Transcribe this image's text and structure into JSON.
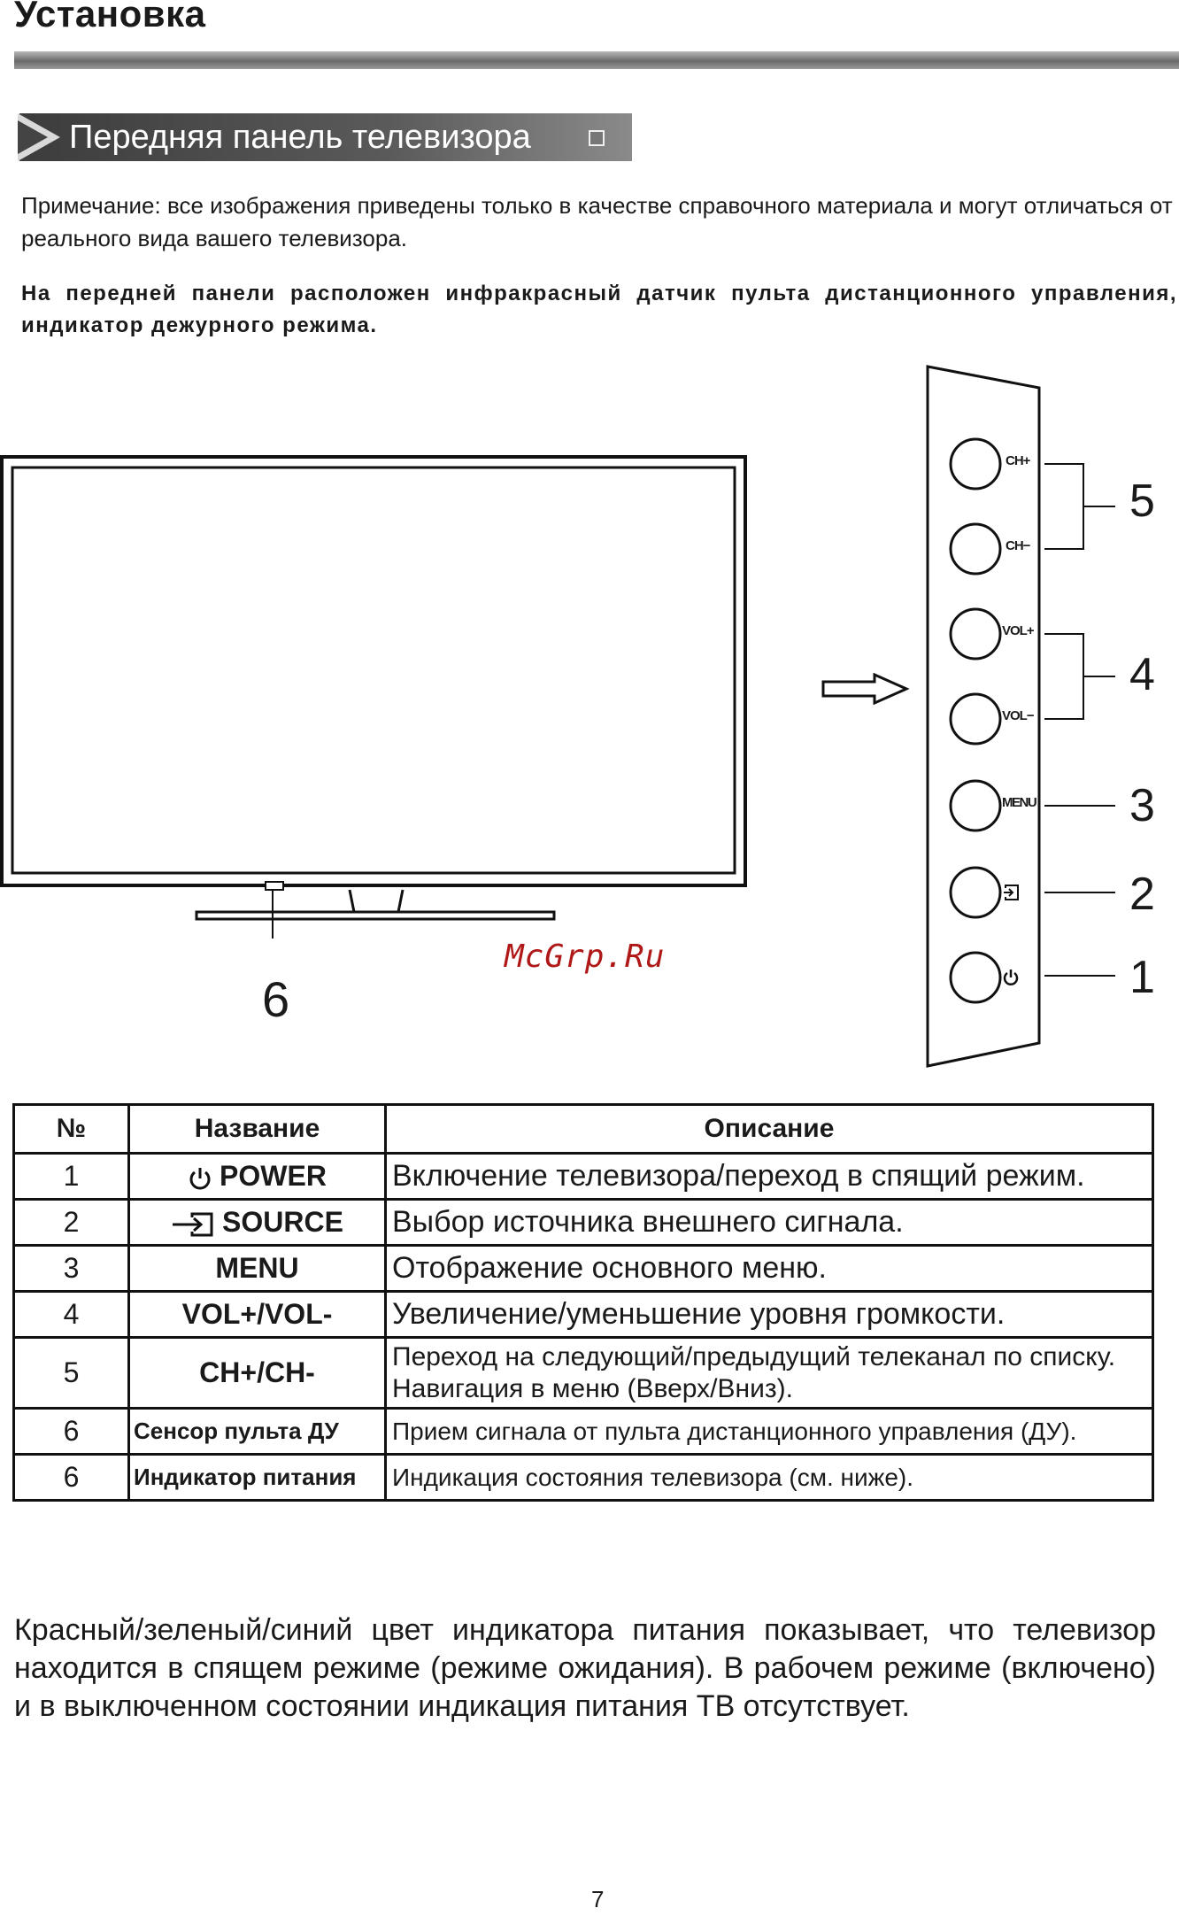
{
  "header": {
    "title": "Установка",
    "section_title": "Передняя панель телевизора"
  },
  "note": "Примечание: все изображения приведены только в качестве справочного материала и могут отличаться от реального вида вашего телевизора.",
  "info": "На передней панели расположен инфракрасный датчик пульта дистанционного управления, индикатор дежурного режима.",
  "diagram": {
    "tv_callout": "6",
    "watermark": "McGrp.Ru",
    "buttons": {
      "ch_plus": "CH+",
      "ch_minus": "CH−",
      "vol_plus": "VOL+",
      "vol_minus": "VOL−",
      "menu": "MENU"
    },
    "callouts": [
      "5",
      "4",
      "3",
      "2",
      "1"
    ]
  },
  "table": {
    "headers": [
      "№",
      "Название",
      "Описание"
    ],
    "rows": [
      {
        "num": "1",
        "name": "POWER",
        "icon": "power-icon",
        "desc": "Включение телевизора/переход в спящий режим."
      },
      {
        "num": "2",
        "name": "SOURCE",
        "icon": "source-input-icon",
        "desc": "Выбор источника внешнего сигнала."
      },
      {
        "num": "3",
        "name": "MENU",
        "desc": "Отображение основного меню."
      },
      {
        "num": "4",
        "name": "VOL+/VOL-",
        "desc": "Увеличение/уменьшение уровня громкости."
      },
      {
        "num": "5",
        "name": "CH+/CH-",
        "desc": "Переход на следующий/предыдущий телеканал по списку. Навигация в меню (Вверх/Вниз)."
      },
      {
        "num": "6",
        "name": "Сенсор пульта ДУ",
        "desc": "Прием сигнала от пульта дистанционного управления (ДУ)."
      },
      {
        "num": "6",
        "name": "Индикатор питания",
        "desc": "Индикация состояния телевизора (см. ниже)."
      }
    ]
  },
  "bottom_text": "Красный/зеленый/синий цвет индикатора питания показывает, что телевизор находится в спящем режиме (режиме ожидания). В рабочем режиме (включено) и в выключенном состоянии индикация питания ТВ отсутствует.",
  "page_number": "7"
}
